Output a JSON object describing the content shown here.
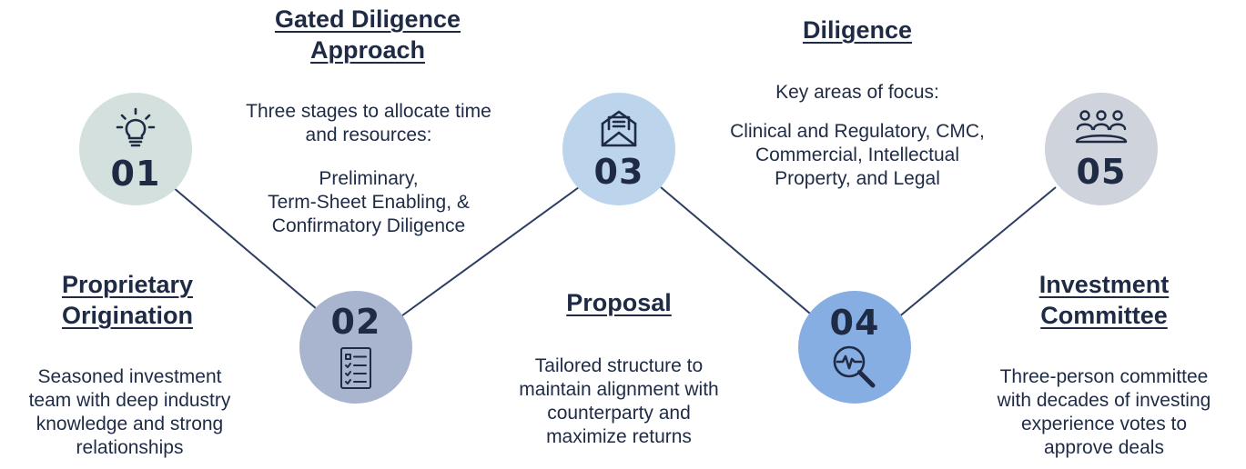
{
  "steps": [
    {
      "number": "01",
      "icon": "lightbulb-icon",
      "color": "#d3e0de",
      "title_lines": [
        "Proprietary",
        "Origination"
      ],
      "body_lines": [
        "Seasoned investment",
        "team with deep industry",
        "knowledge and strong",
        "relationships"
      ]
    },
    {
      "number": "02",
      "icon": "checklist-icon",
      "color": "#a9b5cf",
      "title_lines": [
        "Gated Diligence",
        "Approach"
      ],
      "intro_lines": [
        "Three stages to allocate time",
        "and resources:"
      ],
      "body_lines": [
        "Preliminary,",
        "Term-Sheet Enabling, &",
        "Confirmatory Diligence"
      ]
    },
    {
      "number": "03",
      "icon": "envelope-document-icon",
      "color": "#bcd5ec",
      "title_lines": [
        "Proposal"
      ],
      "body_lines": [
        "Tailored structure to",
        "maintain alignment with",
        "counterparty and",
        "maximize returns"
      ]
    },
    {
      "number": "04",
      "icon": "magnifier-pulse-icon",
      "color": "#87aee3",
      "title_lines": [
        "Diligence"
      ],
      "intro_lines": [
        "Key areas of focus:"
      ],
      "body_lines": [
        "Clinical and Regulatory, CMC,",
        "Commercial, Intellectual",
        "Property, and Legal"
      ]
    },
    {
      "number": "05",
      "icon": "committee-meeting-icon",
      "color": "#ced3dc",
      "title_lines": [
        "Investment",
        "Committee"
      ],
      "body_lines": [
        "Three-person committee",
        "with decades of investing",
        "experience votes to",
        "approve deals"
      ]
    }
  ],
  "colors": {
    "text": "#1f2b45",
    "connector": "#2d3d62"
  }
}
